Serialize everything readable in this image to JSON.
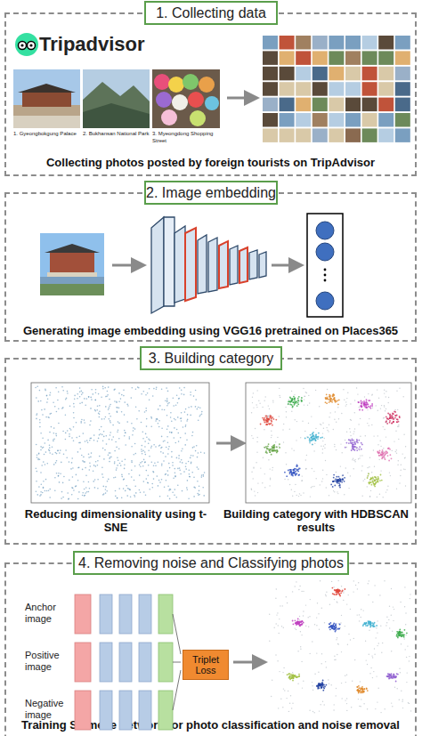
{
  "diagram": {
    "nodes": [
      {
        "text": [
          "Collecting photos posted by foreign tourists on TripAdvisor"
        ]
      },
      {
        "text": [
          "1. Collecting data"
        ],
        "in": 0
      },
      {
        "text": [
          "Generating image embedding using VGG16 pretrained on Places365"
        ]
      },
      {
        "text": [
          "2. Image embedding"
        ],
        "in": 2
      },
      {
        "text": [
          "Reducing dimensionality using t-SNE",
          "Building category with HDBSCAN results"
        ]
      },
      {
        "text": [
          "3. Building category"
        ],
        "in": 4
      },
      {
        "text": [
          "Training Siamese network for photo classification and noise removal"
        ]
      },
      {
        "text": [
          "4. Removing noise and Classifying photos"
        ],
        "in": 6
      },
      {
        "text": [
          "Triplet Loss"
        ],
        "in": 6
      }
    ],
    "labels": [
      "Tripadvisor",
      "1. Gyeongbokgung Palace",
      "2. Bukhansan National Park",
      "3. Myeongdong Shopping Street",
      "Anchor image",
      "Positive image",
      "Negative image"
    ]
  }
}
